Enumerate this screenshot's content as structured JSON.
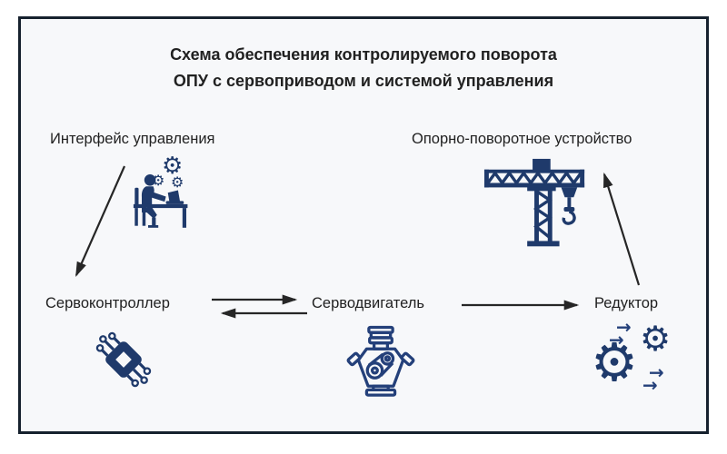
{
  "title": {
    "line1": "Схема обеспечения контролируемого поворота",
    "line2": "ОПУ с сервоприводом и системой управления"
  },
  "nodes": {
    "interface": {
      "label": "Интерфейс управления",
      "icon": "operator-desk-icon"
    },
    "slewing": {
      "label": "Опорно-поворотное устройство",
      "icon": "tower-crane-icon"
    },
    "controller": {
      "label": "Сервоконтроллер",
      "icon": "microchip-icon"
    },
    "motor": {
      "label": "Серводвигатель",
      "icon": "engine-icon"
    },
    "reducer": {
      "label": "Редуктор",
      "icon": "gears-icon"
    }
  },
  "connections": [
    {
      "from": "interface",
      "to": "controller",
      "direction": "one-way"
    },
    {
      "from": "controller",
      "to": "motor",
      "direction": "two-way"
    },
    {
      "from": "motor",
      "to": "reducer",
      "direction": "one-way"
    },
    {
      "from": "reducer",
      "to": "slewing",
      "direction": "one-way"
    }
  ],
  "glyphs": {
    "gear": "⚙",
    "arrow_right": "→"
  },
  "colors": {
    "icon_navy": "#1f3a6b",
    "icon_outline": "#24407a",
    "arrow": "#262626",
    "border": "#16212e",
    "frame_bg": "#f7f8fa",
    "text": "#212121"
  }
}
